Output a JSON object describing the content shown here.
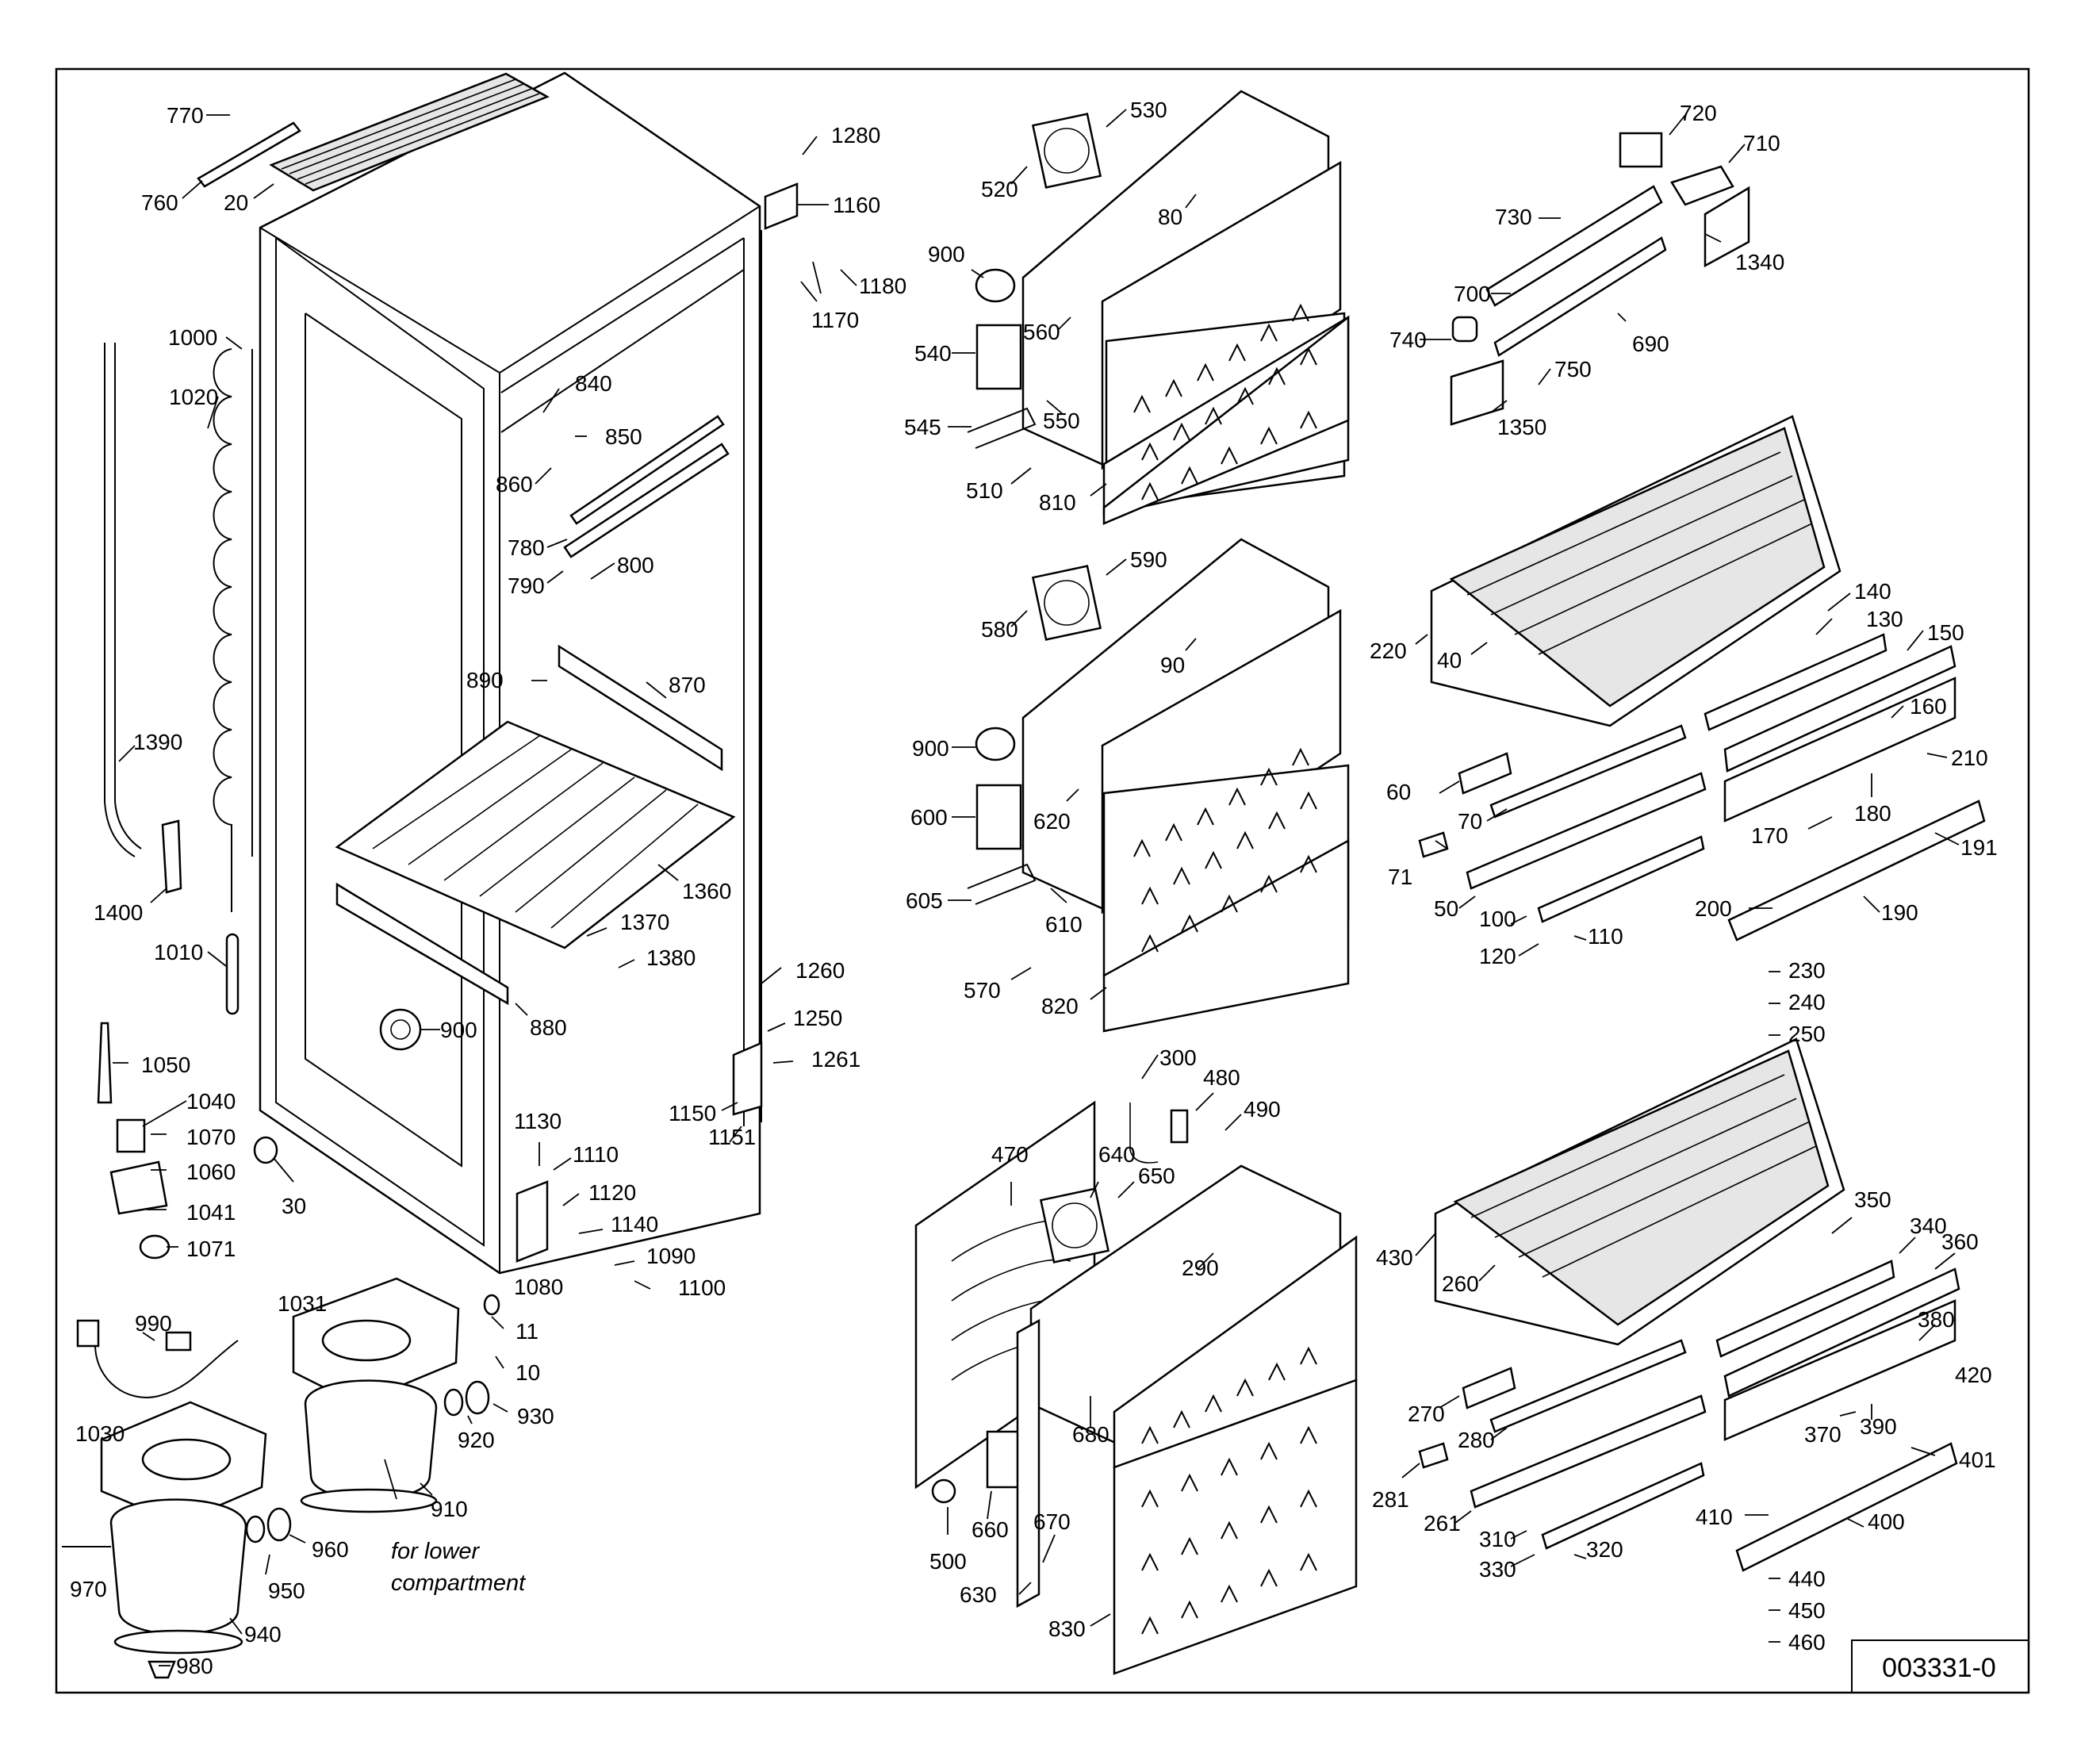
{
  "drawing_number": "003331-0",
  "note": [
    "for lower",
    "compartment"
  ],
  "labels": {
    "p20": "20",
    "p30": "30",
    "p760": "760",
    "p770": "770",
    "p1000": "1000",
    "p1020": "1020",
    "p1390": "1390",
    "p1400": "1400",
    "p1010": "1010",
    "p1050": "1050",
    "p1040": "1040",
    "p1070": "1070",
    "p1060": "1060",
    "p1041": "1041",
    "p1071": "1071",
    "p990": "990",
    "p1031": "1031",
    "p1030": "1030",
    "p970": "970",
    "p940": "940",
    "p950": "950",
    "p960": "960",
    "p980": "980",
    "p910": "910",
    "p920": "920",
    "p930": "930",
    "p10": "10",
    "p11": "11",
    "p840": "840",
    "p850": "850",
    "p860": "860",
    "p780": "780",
    "p790": "790",
    "p800": "800",
    "p890": "890",
    "p870": "870",
    "p1360": "1360",
    "p1370": "1370",
    "p1380": "1380",
    "p880": "880",
    "p900a": "900",
    "p1130": "1130",
    "p1110": "1110",
    "p1120": "1120",
    "p1140": "1140",
    "p1090": "1090",
    "p1100": "1100",
    "p1080": "1080",
    "p1150": "1150",
    "p1151": "1151",
    "p1260": "1260",
    "p1250": "1250",
    "p1261": "1261",
    "p1280": "1280",
    "p1160": "1160",
    "p1180": "1180",
    "p1170": "1170",
    "p520": "520",
    "p530": "530",
    "p80": "80",
    "p900b": "900",
    "p560": "560",
    "p540": "540",
    "p545": "545",
    "p550": "550",
    "p510": "510",
    "p810": "810",
    "p580": "580",
    "p590": "590",
    "p90": "90",
    "p900c": "900",
    "p620": "620",
    "p600": "600",
    "p605": "605",
    "p610": "610",
    "p570": "570",
    "p820": "820",
    "p300": "300",
    "p480": "480",
    "p490": "490",
    "p470": "470",
    "p640": "640",
    "p650": "650",
    "p290": "290",
    "p680": "680",
    "p660": "660",
    "p500": "500",
    "p670": "670",
    "p630": "630",
    "p830": "830",
    "p720": "720",
    "p710": "710",
    "p730": "730",
    "p1340": "1340",
    "p700": "700",
    "p740": "740",
    "p690": "690",
    "p750": "750",
    "p1350": "1350",
    "p220": "220",
    "p40": "40",
    "p140": "140",
    "p130": "130",
    "p150": "150",
    "p160": "160",
    "p210": "210",
    "p60": "60",
    "p70": "70",
    "p180": "180",
    "p170": "170",
    "p191": "191",
    "p71": "71",
    "p50": "50",
    "p100": "100",
    "p200": "200",
    "p190": "190",
    "p120": "120",
    "p110": "110",
    "p230": "230",
    "p240": "240",
    "p250": "250",
    "p430": "430",
    "p260": "260",
    "p350": "350",
    "p340": "340",
    "p360": "360",
    "p380": "380",
    "p420": "420",
    "p270": "270",
    "p280": "280",
    "p390": "390",
    "p370": "370",
    "p281": "281",
    "p401": "401",
    "p261": "261",
    "p310": "310",
    "p400": "400",
    "p410": "410",
    "p330": "330",
    "p320": "320",
    "p440": "440",
    "p450": "450",
    "p460": "460"
  }
}
